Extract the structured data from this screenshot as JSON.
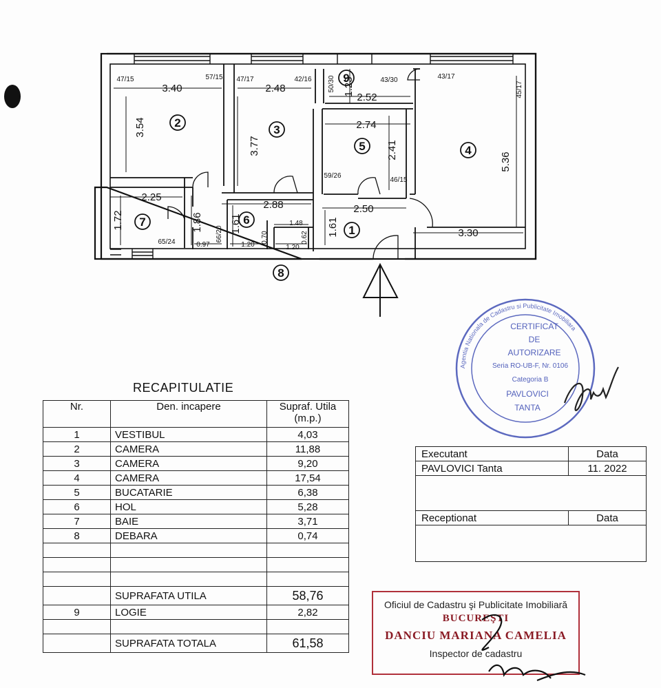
{
  "plan": {
    "rooms": [
      {
        "id": "room-1",
        "number": "1"
      },
      {
        "id": "room-2",
        "number": "2"
      },
      {
        "id": "room-3",
        "number": "3"
      },
      {
        "id": "room-4",
        "number": "4"
      },
      {
        "id": "room-5",
        "number": "5"
      },
      {
        "id": "room-6",
        "number": "6"
      },
      {
        "id": "room-7",
        "number": "7"
      },
      {
        "id": "room-8",
        "number": "8"
      },
      {
        "id": "room-9",
        "number": "9"
      }
    ],
    "dimensions": [
      "3.40",
      "3.54",
      "2.48",
      "3.77",
      "1.23",
      "2.52",
      "2.74",
      "2.41",
      "5.36",
      "2.25",
      "1.72",
      "1.86",
      "2.88",
      "1.61",
      "2.50",
      "1.61",
      "3.30",
      "1.48",
      "0.97",
      "1.20",
      "0.70",
      "1.20",
      "0.62"
    ],
    "window_labels": [
      "47/15",
      "57/15",
      "47/17",
      "42/16",
      "50/30",
      "43/30",
      "43/17",
      "45/17",
      "59/26",
      "46/15",
      "65/24",
      "66/20"
    ]
  },
  "recap": {
    "title": "RECAPITULATIE",
    "headers": {
      "nr": "Nr.",
      "name": "Den. incapere",
      "area": "Supraf. Utila",
      "unit": "(m.p.)"
    },
    "rows": [
      {
        "nr": "1",
        "name": "VESTIBUL",
        "area": "4,03"
      },
      {
        "nr": "2",
        "name": "CAMERA",
        "area": "11,88"
      },
      {
        "nr": "3",
        "name": "CAMERA",
        "area": "9,20"
      },
      {
        "nr": "4",
        "name": "CAMERA",
        "area": "17,54"
      },
      {
        "nr": "5",
        "name": "BUCATARIE",
        "area": "6,38"
      },
      {
        "nr": "6",
        "name": "HOL",
        "area": "5,28"
      },
      {
        "nr": "7",
        "name": "BAIE",
        "area": "3,71"
      },
      {
        "nr": "8",
        "name": "DEBARA",
        "area": "0,74"
      }
    ],
    "useful_label": "SUPRAFATA UTILA",
    "useful_value": "58,76",
    "logia": {
      "nr": "9",
      "name": "LOGIE",
      "area": "2,82"
    },
    "total_label": "SUPRAFATA TOTALA",
    "total_value": "61,58"
  },
  "executant": {
    "executant_label": "Executant",
    "data_label": "Data",
    "name": "PAVLOVICI  Tanta",
    "date": "11. 2022",
    "receptionat_label": "Receptionat",
    "data_label_2": "Data"
  },
  "seal": {
    "line1": "CERTIFICAT",
    "line2": "DE",
    "line3": "AUTORIZARE",
    "line4": "Seria RO-UB-F, Nr. 0106",
    "line5": "Categoria B",
    "line6": "PAVLOVICI",
    "line7": "TANTA",
    "ring_text": "Agentia Nationala de Cadastru si Publicitate Imobiliara"
  },
  "ocpi_stamp": {
    "line1": "Oficiul de Cadastru şi Publicitate Imobiliară",
    "line2": "BUCUREŞTI",
    "line3": "DANCIU MARIANA CAMELIA",
    "line4": "Inspector de cadastru"
  },
  "colors": {
    "seal": "#3f4fb4",
    "stamp": "#b0303a",
    "ink": "#111111"
  }
}
